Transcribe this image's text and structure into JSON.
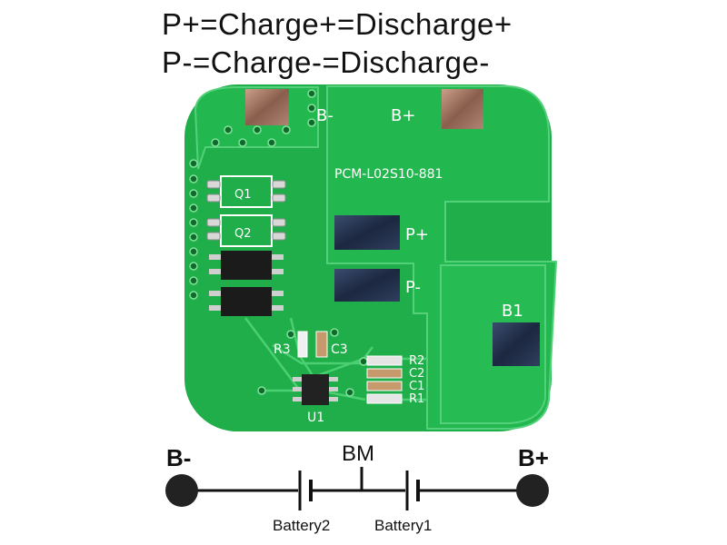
{
  "captions": {
    "line1": "P+=Charge+=Discharge+",
    "line2": "P-=Charge-=Discharge-"
  },
  "board": {
    "model": "PCM-L02S10-881",
    "pads": {
      "b_minus": "B-",
      "b_plus": "B+",
      "p_plus": "P+",
      "p_minus": "P-",
      "b1": "B1"
    },
    "components": {
      "q1": "Q1",
      "q2": "Q2",
      "r3": "R3",
      "c3": "C3",
      "u1": "U1",
      "r2": "R2",
      "c2": "C2",
      "c1": "C1",
      "r1": "R1"
    },
    "colors": {
      "pcb": "#1fae4a",
      "pcb_trace": "#3cc763",
      "pad": "#9a6f5a",
      "silkscreen": "#ffffff"
    }
  },
  "schematic": {
    "b_minus": "B-",
    "b_plus": "B+",
    "bm": "BM",
    "battery2": "Battery2",
    "battery1": "Battery1"
  }
}
